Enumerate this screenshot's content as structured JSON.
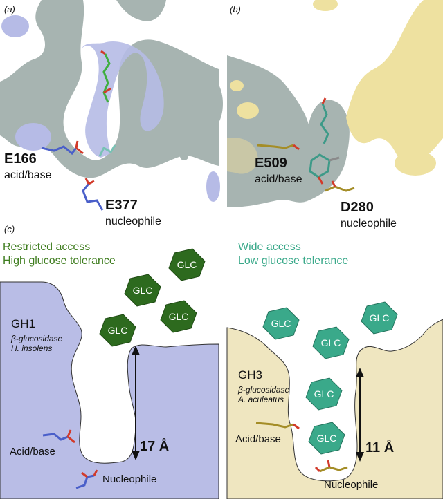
{
  "panels": {
    "a": {
      "tag": "(a)",
      "residue1": {
        "name": "E166",
        "role": "acid/base"
      },
      "residue2": {
        "name": "E377",
        "role": "nucleophile"
      }
    },
    "b": {
      "tag": "(b)",
      "residue1": {
        "name": "E509",
        "role": "acid/base"
      },
      "residue2": {
        "name": "D280",
        "role": "nucleophile"
      }
    },
    "c": {
      "tag": "(c)",
      "left": {
        "heading1": "Restricted access",
        "heading2": "High glucose tolerance",
        "enzyme": "GH1",
        "enzyme_type": "β-glucosidase",
        "organism": "H. insolens",
        "acid_label": "Acid/base",
        "nucleophile_label": "Nucleophile",
        "depth": "17 Å"
      },
      "right": {
        "heading1": "Wide access",
        "heading2": "Low glucose tolerance",
        "enzyme": "GH3",
        "enzyme_type": "β-glucosidase",
        "organism": "A. aculeatus",
        "acid_label": "Acid/base",
        "nucleophile_label": "Nucleophile",
        "depth": "11 Å"
      },
      "glc_label": "GLC"
    }
  },
  "colors": {
    "gh1_fill": "#b9bde6",
    "gh3_fill": "#efe6c0",
    "gh1_glc": "#2d6a1e",
    "gh3_glc": "#3aa98a",
    "gh1_heading": "#3f7d1f",
    "gh3_heading": "#3aa98a",
    "surface_grey": "#a9b6b2"
  }
}
